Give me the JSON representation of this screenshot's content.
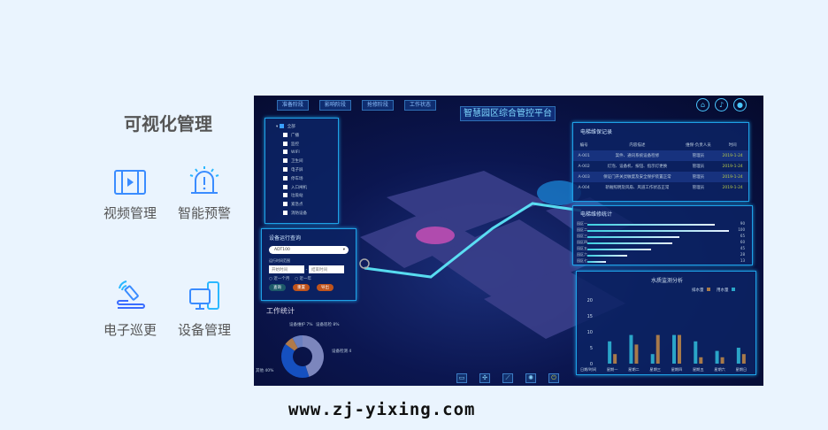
{
  "left": {
    "title": "可视化管理",
    "features": [
      {
        "label": "视频管理",
        "icon": "video-film-icon"
      },
      {
        "label": "智能预警",
        "icon": "alarm-light-icon"
      },
      {
        "label": "电子巡更",
        "icon": "patrol-wand-icon"
      },
      {
        "label": "设备管理",
        "icon": "computer-device-icon"
      }
    ]
  },
  "screen": {
    "top_buttons": [
      "准备阶段",
      "影响阶段",
      "抢修阶段",
      "工作状态"
    ],
    "title": "智慧园区综合管控平台",
    "top_icons": [
      "home-icon",
      "bell-icon",
      "user-icon"
    ],
    "tree": [
      "全部",
      "广播",
      "监控",
      "WIFI",
      "卫生间",
      "电子屏",
      "停车场",
      "入口闸机",
      "垃圾站",
      "紧急点",
      "消防设备"
    ],
    "query": {
      "title": "设备运行查询",
      "select": "ADT100",
      "range_label": "运行时间范围",
      "start": "开始时间",
      "end": "结束时间",
      "radios": [
        "近一个月",
        "近一年"
      ],
      "buttons": [
        "查询",
        "重置",
        "导出"
      ]
    },
    "donut": {
      "title": "工作统计",
      "labels": [
        {
          "name": "设备维护",
          "pct": "7%"
        },
        {
          "name": "设备巡检",
          "pct": "8%"
        },
        {
          "name": "设备检测",
          "pct": "45%"
        },
        {
          "name": "其他",
          "pct": "40%"
        }
      ],
      "values": [
        45,
        40,
        7,
        8
      ],
      "colors": [
        "#7c86bd",
        "#1550c0",
        "#b07a4a",
        "#6a7fc0"
      ]
    },
    "records": {
      "title": "电梯维保记录",
      "headers": [
        "编号",
        "内容描述",
        "维保-负责人员",
        "时间"
      ],
      "rows": [
        [
          "A-001",
          "案件、通讯系统设备检修",
          "管理员",
          "2019-1-24"
        ],
        [
          "A-002",
          "灯泡、设备机、按钮、指示灯更换",
          "管理员",
          "2019-1-24"
        ],
        [
          "A-003",
          "保证门开关灵敏度及安全保护装置正常",
          "管理员",
          "2019-1-24"
        ],
        [
          "A-004",
          "轿厢照明及风扇、风道工作状态正常",
          "管理员",
          "2019-1-24"
        ]
      ]
    },
    "stats": {
      "title": "电梯维修统计",
      "items": [
        {
          "name": "园区一",
          "value": 90
        },
        {
          "name": "园区二",
          "value": 100
        },
        {
          "name": "园区三",
          "value": 65
        },
        {
          "name": "园区四",
          "value": 60
        },
        {
          "name": "园区五",
          "value": 45
        },
        {
          "name": "园区六",
          "value": 28
        },
        {
          "name": "园区七",
          "value": 13
        }
      ]
    },
    "bottom_icons": [
      "monitor-icon",
      "network-icon",
      "chart-icon",
      "settings-icon",
      "power-icon"
    ]
  },
  "chart_data": {
    "type": "bar",
    "title": "水质监测分析",
    "legend": [
      "排水量",
      "用水量"
    ],
    "colors": [
      "#a87a4a",
      "#2aa5c8"
    ],
    "categories": [
      "星期一",
      "星期二",
      "星期三",
      "星期四",
      "星期五",
      "星期六",
      "星期日"
    ],
    "xlabel": "日期/时间",
    "ylim": [
      0,
      20
    ],
    "yticks": [
      0,
      5,
      10,
      15,
      20
    ],
    "series": [
      {
        "name": "排水量",
        "values": [
          3,
          6,
          9,
          9,
          2,
          2,
          3
        ]
      },
      {
        "name": "用水量",
        "values": [
          7,
          9,
          3,
          9,
          7,
          4,
          5
        ]
      }
    ]
  },
  "footer": "www.zj-yixing.com"
}
